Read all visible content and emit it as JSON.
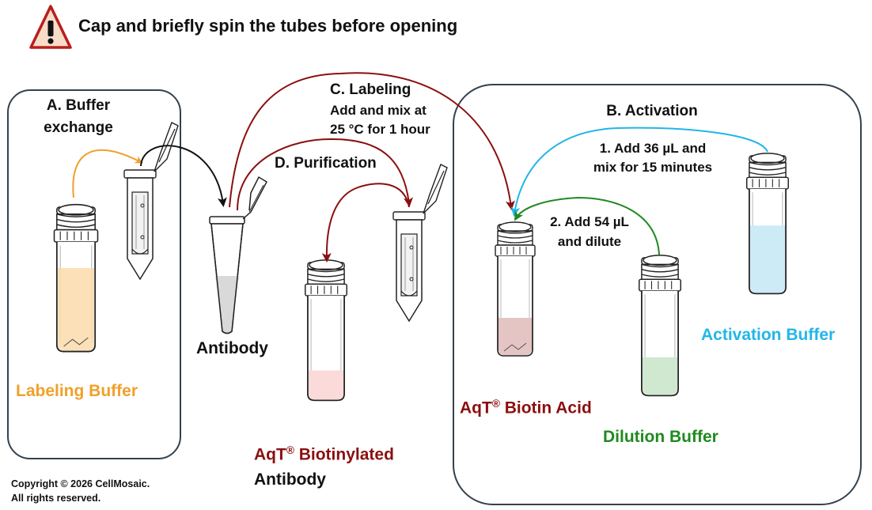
{
  "warning": {
    "text": "Cap and briefly spin the tubes before opening"
  },
  "steps": {
    "buffer_exchange": "A. Buffer exchange",
    "buffer_exchange_l1": "A. Buffer",
    "buffer_exchange_l2": "exchange",
    "activation": "B. Activation",
    "labeling_title": "C. Labeling",
    "labeling_l1": "Add and mix at",
    "labeling_l2": "25 °C for 1 hour",
    "purification": "D. Purification",
    "activation_step1_l1": "1. Add 36 µL and",
    "activation_step1_l2": "mix for 15 minutes",
    "activation_step2_l1": "2. Add 54 µL",
    "activation_step2_l2": "and dilute"
  },
  "tubes": {
    "labeling_buffer": "Labeling Buffer",
    "antibody": "Antibody",
    "biotin_acid_prefix": "AqT",
    "biotin_acid_mark": "®",
    "biotin_acid_rest": " Biotin Acid",
    "dilution_buffer": "Dilution Buffer",
    "activation_buffer": "Activation Buffer",
    "biotinylated_prefix": "AqT",
    "biotinylated_mark": "®",
    "biotinylated_rest": " Biotinylated",
    "biotinylated_l2": "Antibody"
  },
  "copyright": {
    "line1": "Copyright © 2026 CellMosaic.",
    "line2": "All rights reserved."
  },
  "colors": {
    "labeling_buffer": "#f0a02a",
    "antibody": "#111111",
    "aqt": "#8b0f0f",
    "dilution": "#1f8a1f",
    "activation": "#21b6e8",
    "warning_fill": "#f7dcc8",
    "warning_stroke": "#b81e1e"
  },
  "icons": {
    "warning": "warning-triangle-icon"
  }
}
